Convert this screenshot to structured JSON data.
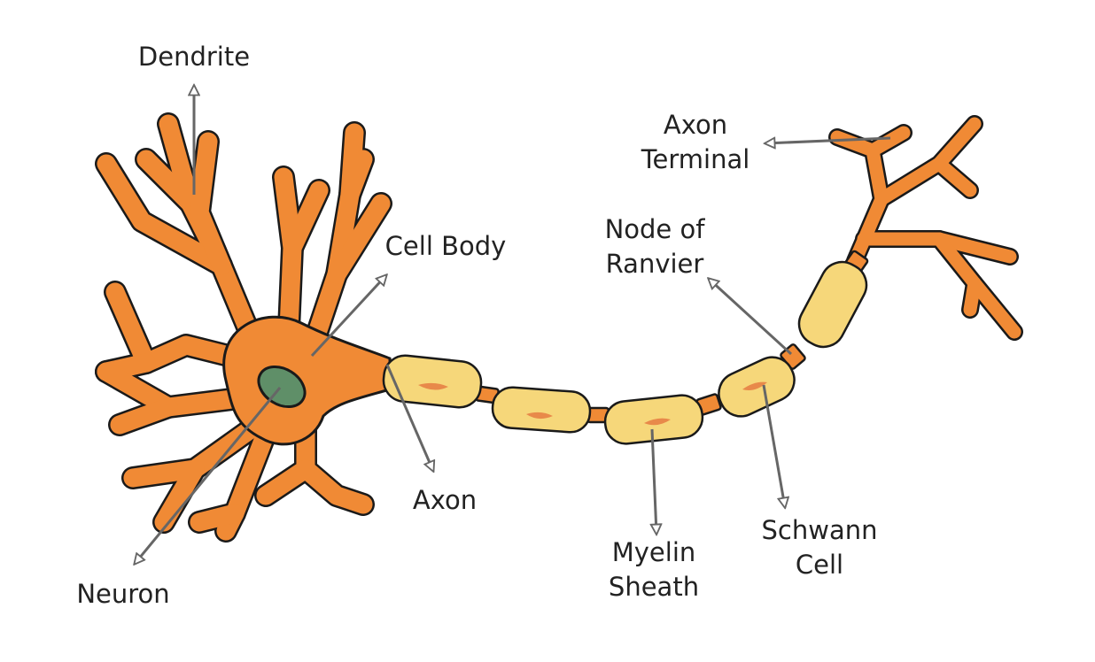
{
  "labels": {
    "dendrite": "Dendrite",
    "cell_body": "Cell Body",
    "neuron": "Neuron",
    "axon": "Axon",
    "myelin_sheath": [
      "Myelin",
      "Sheath"
    ],
    "schwann_cell": [
      "Schwann",
      "Cell"
    ],
    "node_of_ranvier": [
      "Node of",
      "Ranvier"
    ],
    "axon_terminal": [
      "Axon",
      "Terminal"
    ]
  },
  "colors": {
    "neuron_body": "#f08a35",
    "outline": "#1a1a1a",
    "nucleus": "#5f8f68",
    "myelin": "#f6d77a",
    "schwann_nucleus": "#e8894a",
    "pointer": "#666666"
  }
}
